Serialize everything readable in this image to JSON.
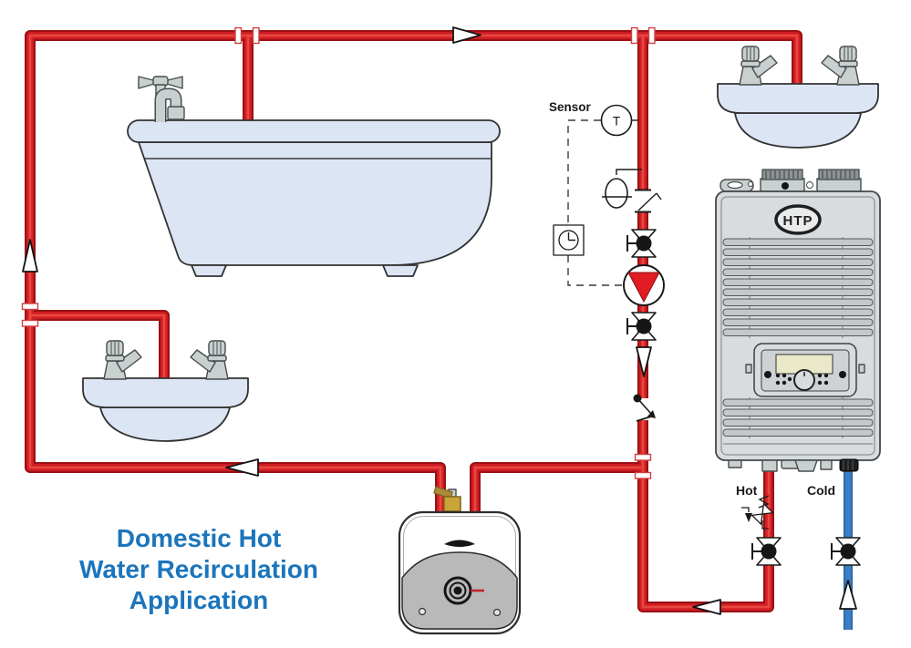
{
  "title": {
    "line_1": "Domestic Hot",
    "line_2": "Water Recirculation",
    "line_3": "Application",
    "color": "#1b75bc"
  },
  "labels": {
    "sensor": "Sensor",
    "temperature_sensor_symbol": "T",
    "hot": "Hot",
    "cold": "Cold",
    "brand_logo": "HTP"
  },
  "colors": {
    "hot_water_pipe": "#d61f26",
    "hot_water_pipe_edge": "#9a1114",
    "cold_water_pipe": "#3c7ec3",
    "fixture_fill": "#dce5f4",
    "pump_impeller": "#e01b22",
    "cabinet_gray": "#d8dcde",
    "lcd_screen": "#e9e9c9",
    "title_text": "#1b75bc"
  }
}
